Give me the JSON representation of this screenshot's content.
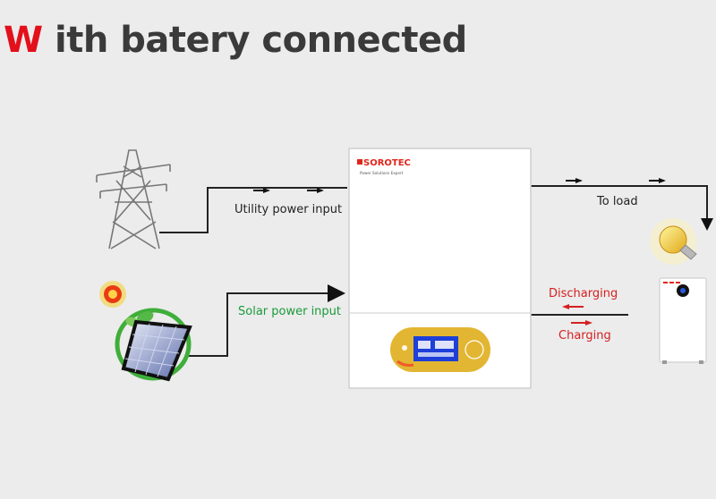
{
  "title": {
    "first_letter": "W",
    "rest": " ith batery connected"
  },
  "labels": {
    "utility": "Utility power input",
    "solar": "Solar power input",
    "load": "To load",
    "discharging": "Discharging",
    "charging": "Charging"
  },
  "inverter": {
    "brand": "SOROTEC",
    "tagline": "Power Solutions Expert"
  },
  "icons": [
    "transmission-tower-icon",
    "solar-panel-icon",
    "light-bulb-icon",
    "battery-icon",
    "inverter-icon"
  ],
  "colors": {
    "title_accent": "#e3101b",
    "title_text": "#3a3a3a",
    "solar_label": "#1a9a3a",
    "battery_flow": "#d42020",
    "lcd": "#1e3fd8",
    "panel_gold": "#e2b632"
  }
}
